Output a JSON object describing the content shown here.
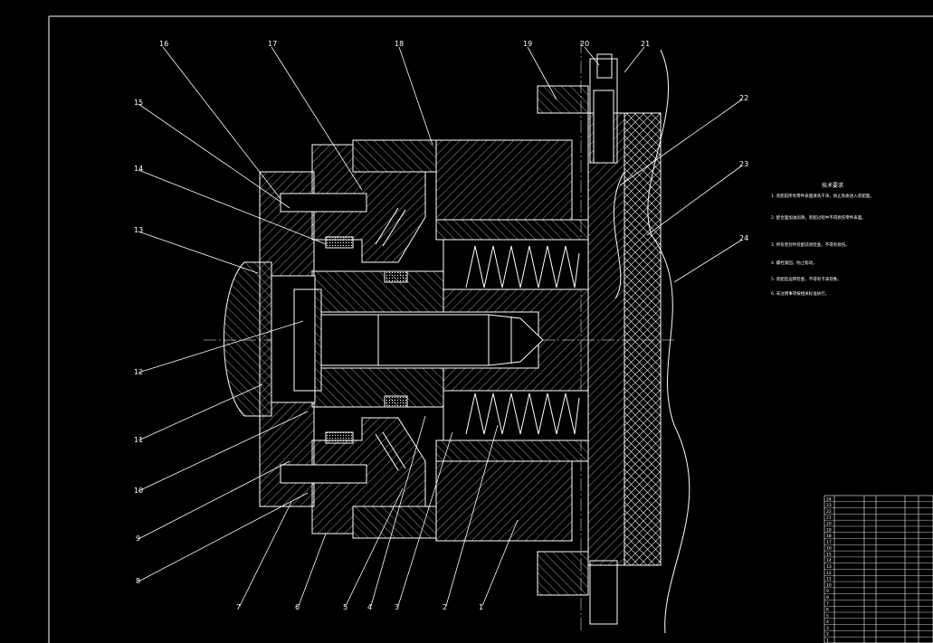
{
  "part_labels": [
    "16",
    "17",
    "18",
    "19",
    "20",
    "21",
    "22",
    "23",
    "24",
    "15",
    "14",
    "13",
    "12",
    "11",
    "10",
    "9",
    "8",
    "7",
    "6",
    "5",
    "4",
    "3",
    "2",
    "1"
  ],
  "tech_requirements": {
    "title": "技术要求",
    "items": [
      "1. 装配前所有零件表面清洗干净，防止杂质进入装配面。",
      "2. 配合面加油润滑，装配过程中不得损伤零件表面。",
      "3. 所有密封件装配前须检查，不得有损伤。",
      "4. 螺栓紧固，防止松动。",
      "5. 装配后运转检查，不得有卡滞现象。",
      "6. 未注明事项按相关标准执行。"
    ]
  },
  "bom_rows": [
    "24",
    "23",
    "22",
    "21",
    "20",
    "19",
    "18",
    "17",
    "16",
    "15",
    "14",
    "13",
    "12",
    "11",
    "10",
    "9",
    "8",
    "7",
    "6",
    "5",
    "4",
    "3",
    "2",
    "1"
  ],
  "colors": {
    "line": "#ffffff",
    "background": "#000000"
  }
}
